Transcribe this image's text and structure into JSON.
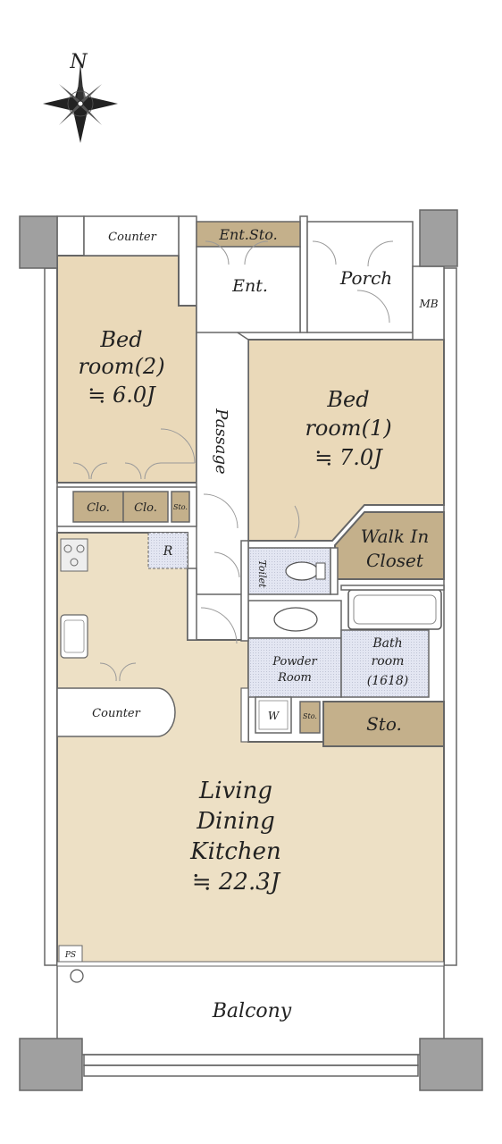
{
  "compass": {
    "north_label": "N"
  },
  "rooms": {
    "bed2": {
      "line1": "Bed",
      "line2": "room(2)",
      "size": "≒ 6.0J"
    },
    "bed1": {
      "line1": "Bed",
      "line2": "room(1)",
      "size": "≒ 7.0J"
    },
    "ldk": {
      "line1": "Living",
      "line2": "Dining",
      "line3": "Kitchen",
      "size": "≒ 22.3J"
    },
    "bath": {
      "line1": "Bath",
      "line2": "room",
      "line3": "(1618)"
    },
    "powder": {
      "line1": "Powder",
      "line2": "Room"
    },
    "walkin": {
      "line1": "Walk In",
      "line2": "Closet"
    }
  },
  "labels": {
    "counter_top": "Counter",
    "counter_kitchen": "Counter",
    "ent_sto": "Ent.Sto.",
    "ent": "Ent.",
    "porch": "Porch",
    "mb": "MB",
    "passage": "Passage",
    "clo1": "Clo.",
    "clo2": "Clo.",
    "sto_small": "Sto.",
    "r": "R",
    "toilet": "Toilet",
    "w": "W",
    "sto_small2": "Sto.",
    "sto": "Sto.",
    "balcony": "Balcony",
    "ps": "PS"
  },
  "colors": {
    "wall": "#666666",
    "pillar": "#a0a0a0",
    "bedroom": "#ead9b9",
    "ldk": "#ede0c5",
    "wet": "#dfe3f0",
    "storage": "#c4b08b",
    "white": "#ffffff"
  }
}
